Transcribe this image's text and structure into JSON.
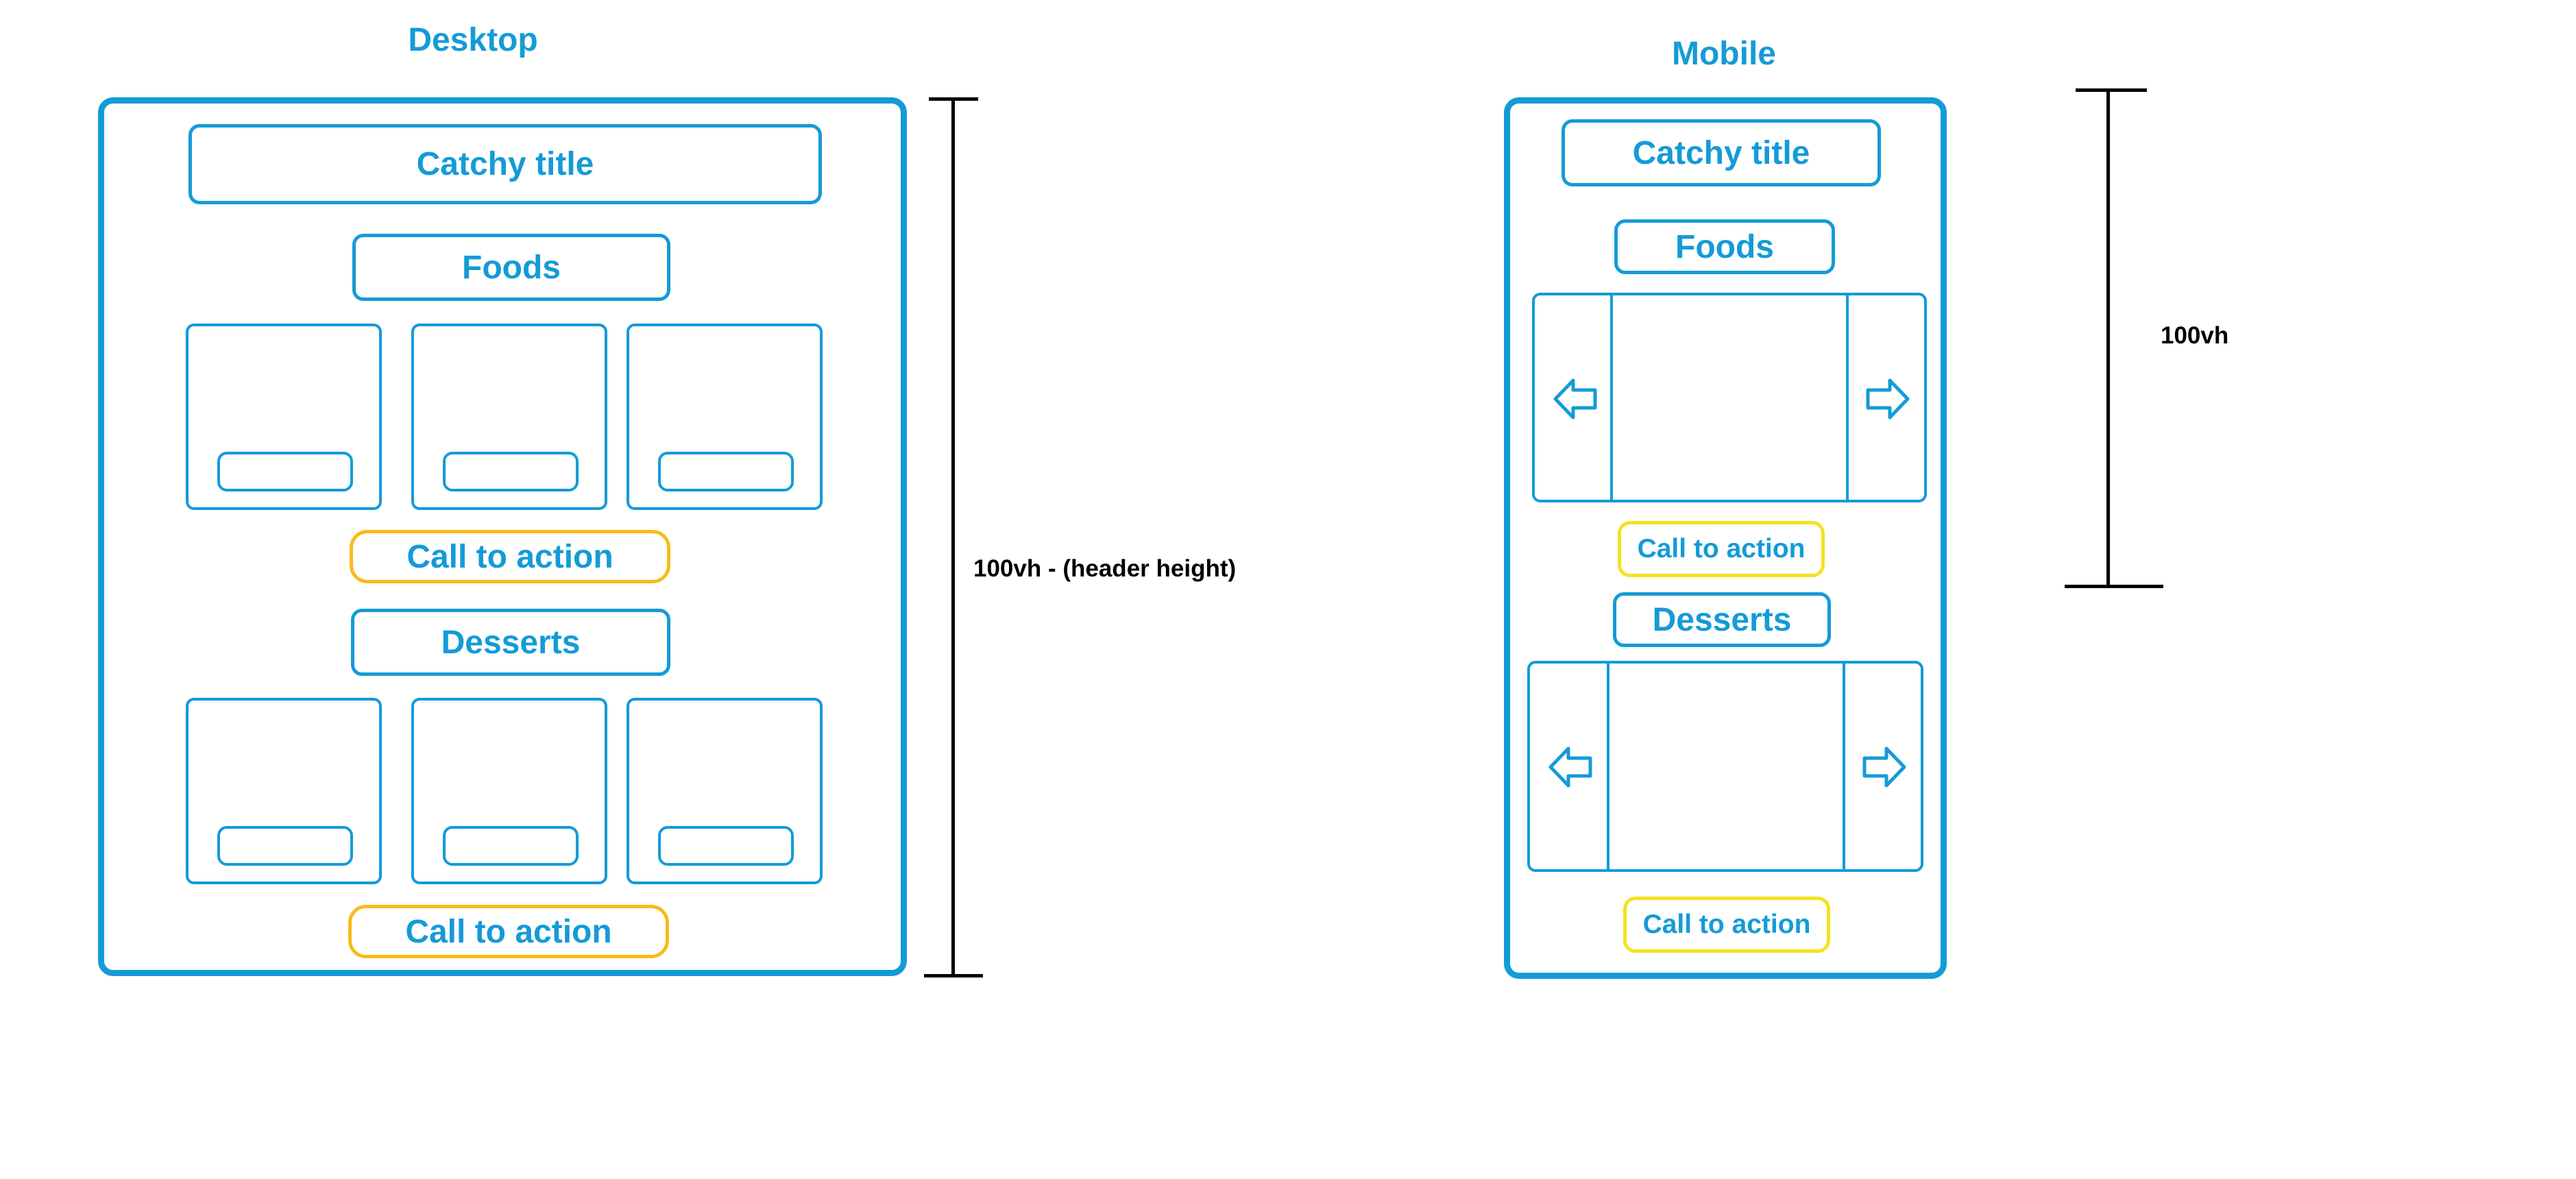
{
  "colors": {
    "accent": "#149bd7",
    "cta_desktop": "#f7bb1a",
    "cta_mobile": "#f5e21e",
    "dimension": "#000000"
  },
  "desktop": {
    "heading": "Desktop",
    "title": "Catchy title",
    "foods_label": "Foods",
    "desserts_label": "Desserts",
    "cta_1": "Call to action",
    "cta_2": "Call to action",
    "dimension_label": "100vh - (header height)"
  },
  "mobile": {
    "heading": "Mobile",
    "title": "Catchy title",
    "foods_label": "Foods",
    "desserts_label": "Desserts",
    "cta_1": "Call to action",
    "cta_2": "Call to action",
    "dimension_label": "100vh",
    "carousel_icons": [
      "arrow-left-icon",
      "arrow-right-icon"
    ]
  }
}
